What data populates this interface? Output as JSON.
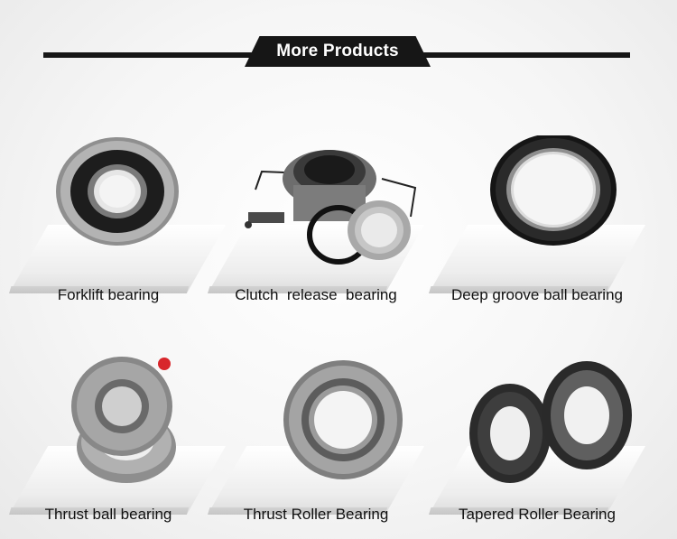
{
  "header": {
    "title": "More Products"
  },
  "products": [
    {
      "label": "Forklift bearing"
    },
    {
      "label": "Clutch  release  bearing"
    },
    {
      "label": "Deep groove ball bearing"
    },
    {
      "label": "Thrust ball bearing"
    },
    {
      "label": "Thrust Roller Bearing"
    },
    {
      "label": "Tapered Roller Bearing"
    }
  ]
}
